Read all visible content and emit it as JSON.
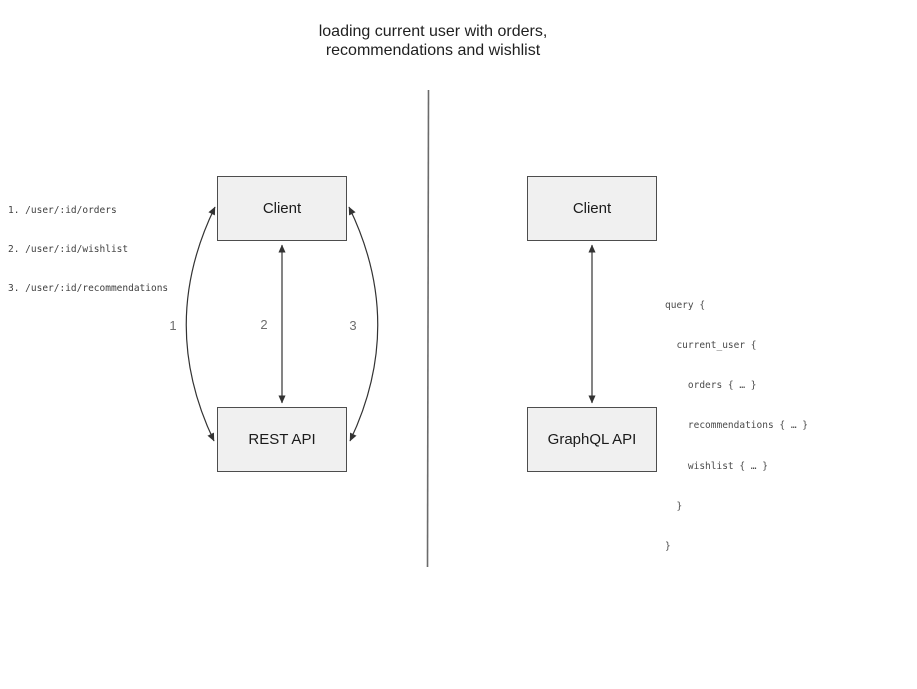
{
  "title": {
    "line1": "loading current user with orders,",
    "line2": "recommendations and wishlist"
  },
  "rest_panel": {
    "endpoints": [
      "1. /user/:id/orders",
      "2. /user/:id/wishlist",
      "3. /user/:id/recommendations"
    ],
    "client_label": "Client",
    "api_label": "REST API",
    "arrow_labels": [
      "1",
      "2",
      "3"
    ]
  },
  "graphql_panel": {
    "client_label": "Client",
    "api_label": "GraphQL API",
    "query_lines": [
      "query {",
      "  current_user {",
      "    orders { … }",
      "    recommendations { … }",
      "    wishlist { … }",
      "  }",
      "}"
    ]
  },
  "colors": {
    "box_fill": "#f0f0f0",
    "box_border": "#4d4d4d",
    "arrow_stroke": "#333333",
    "divider_stroke": "#6b6b6b",
    "muted_text": "#4a4a4a",
    "number_label": "#6e6e6e"
  }
}
